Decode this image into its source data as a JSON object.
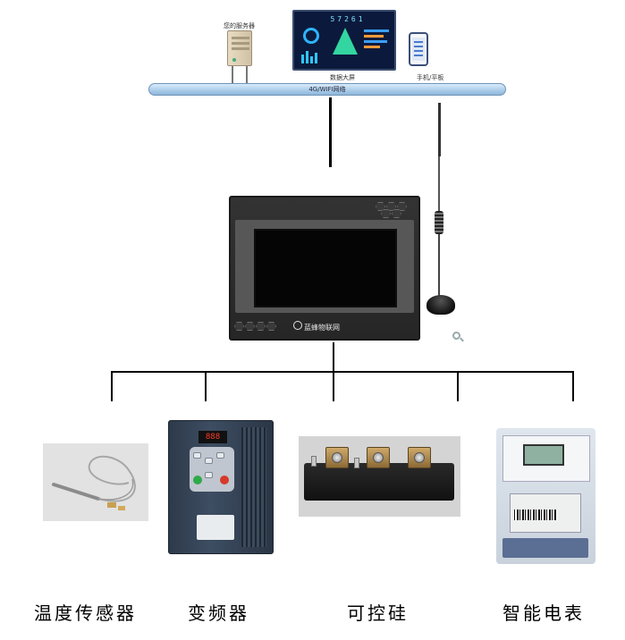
{
  "network": {
    "bus_label": "4G/WIFI网络",
    "server_label": "您的服务器",
    "bigscreen_label": "数据大屏",
    "bigscreen_number": "57261",
    "mobile_label": "手机/平板"
  },
  "gateway": {
    "brand": "蓝蜂物联网"
  },
  "devices": [
    {
      "label": "温度传感器"
    },
    {
      "label": "变频器"
    },
    {
      "label": "可控硅"
    },
    {
      "label": "智能电表"
    }
  ]
}
